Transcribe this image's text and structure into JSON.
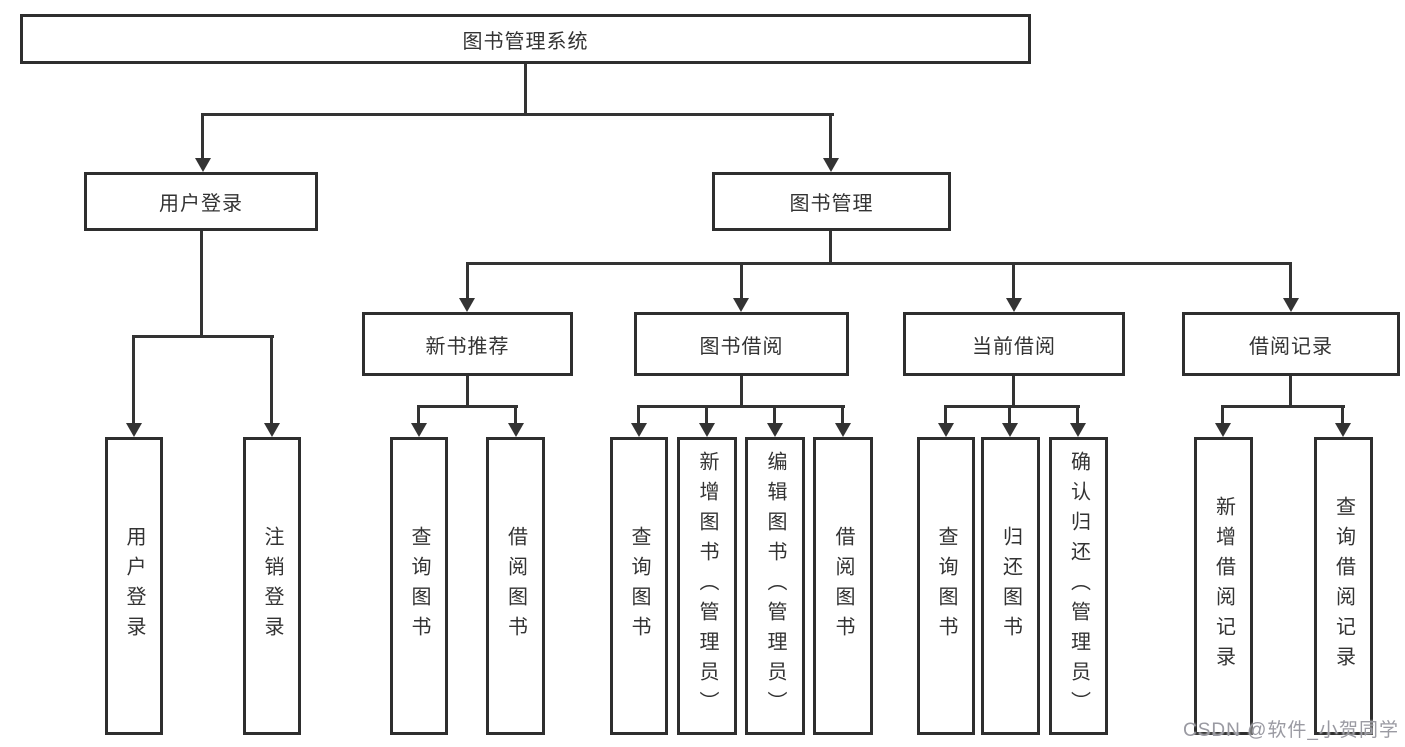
{
  "colors": {
    "line": "#333333",
    "box_border": "#2e2e2e",
    "box_background": "#ffffff",
    "text": "#333333",
    "watermark": "#9a9aa2"
  },
  "watermark": {
    "text": "CSDN @软件_小贺同学"
  },
  "tree": {
    "label": "图书管理系统",
    "children": [
      {
        "label": "用户登录",
        "children": [
          {
            "label": "用户登录"
          },
          {
            "label": "注销登录"
          }
        ]
      },
      {
        "label": "图书管理",
        "children": [
          {
            "label": "新书推荐",
            "children": [
              {
                "label": "查询图书"
              },
              {
                "label": "借阅图书"
              }
            ]
          },
          {
            "label": "图书借阅",
            "children": [
              {
                "label": "查询图书"
              },
              {
                "label": "新增图书（管理员）"
              },
              {
                "label": "编辑图书（管理员）"
              },
              {
                "label": "借阅图书"
              }
            ]
          },
          {
            "label": "当前借阅",
            "children": [
              {
                "label": "查询图书"
              },
              {
                "label": "归还图书"
              },
              {
                "label": "确认归还（管理员）"
              }
            ]
          },
          {
            "label": "借阅记录",
            "children": [
              {
                "label": "新增借阅记录"
              },
              {
                "label": "查询借阅记录"
              }
            ]
          }
        ]
      }
    ]
  }
}
